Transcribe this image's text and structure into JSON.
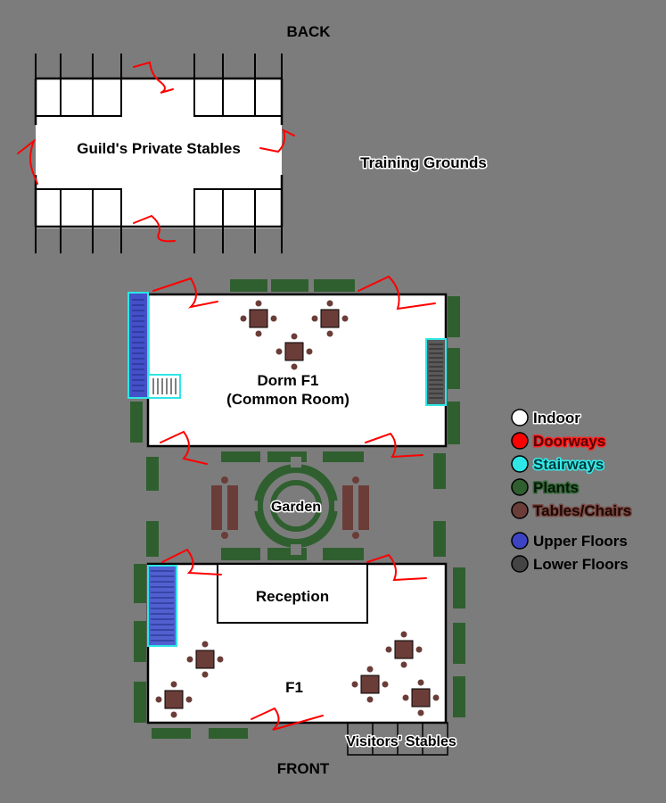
{
  "labels": {
    "back": "BACK",
    "front": "FRONT",
    "private_stables": "Guild's Private Stables",
    "training_grounds": "Training Grounds",
    "dorm_line1": "Dorm F1",
    "dorm_line2": "(Common Room)",
    "garden": "Garden",
    "reception": "Reception",
    "f1": "F1",
    "visitors_stables": "Visitors' Stables"
  },
  "legend": [
    {
      "label": "Indoor",
      "color": "#ffffff",
      "text_color": "#000000",
      "halo": "#ffffff"
    },
    {
      "label": "Doorways",
      "color": "#ff0000",
      "text_color": "#5a0000",
      "halo": "#ff2020"
    },
    {
      "label": "Stairways",
      "color": "#2ee6e6",
      "text_color": "#003a3a",
      "halo": "#35ecec"
    },
    {
      "label": "Plants",
      "color": "#2f5f2f",
      "text_color": "#061806",
      "halo": "#36693a"
    },
    {
      "label": "Tables/Chairs",
      "color": "#6b3d38",
      "text_color": "#1e0805",
      "halo": "#7a4a44"
    },
    {
      "label": "Upper Floors",
      "color": "#3c44c4",
      "text_color": "#000000",
      "halo": "none"
    },
    {
      "label": "Lower Floors",
      "color": "#444444",
      "text_color": "#000000",
      "halo": "none"
    }
  ],
  "colors": {
    "background": "#7c7c7c",
    "indoor": "#ffffff",
    "wall": "#000000",
    "doorway": "#ff0000",
    "stairway": "#2ee6e6",
    "plant": "#2f5f2f",
    "table": "#6b3d38",
    "upper_floor": "#4450c8",
    "lower_floor": "#5a5a5a"
  }
}
